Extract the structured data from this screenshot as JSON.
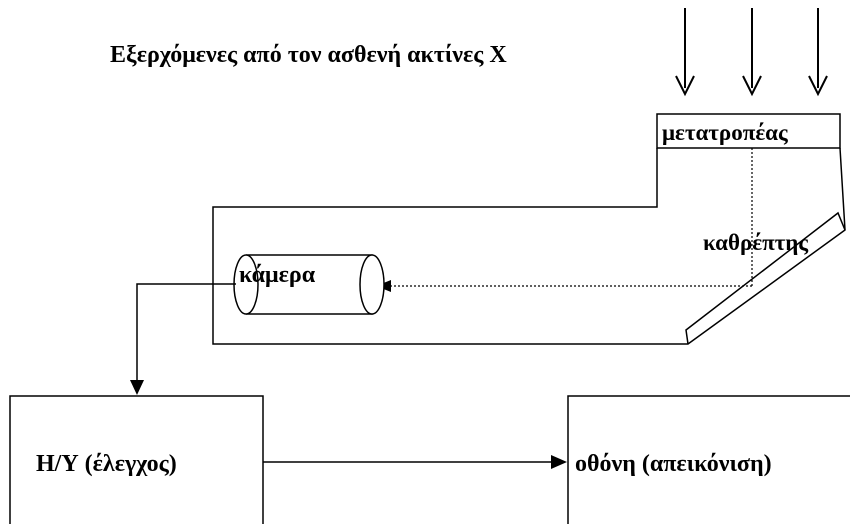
{
  "labels": {
    "title": "Εξερχόμενες από τον ασθενή ακτίνες Χ",
    "converter": "μετατροπέας",
    "mirror": "καθρέπτης",
    "camera": "κάμερα",
    "computer": "Η/Υ (έλεγχος)",
    "screen": "οθόνη (απεικόνιση)"
  },
  "colors": {
    "stroke": "#000000",
    "background": "#ffffff"
  }
}
